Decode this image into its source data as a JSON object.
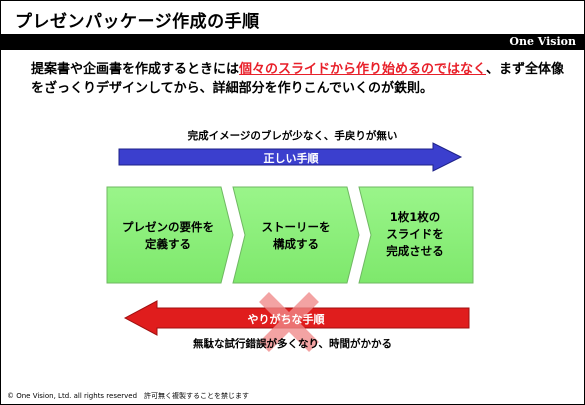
{
  "title": "プレゼンパッケージ作成の手順",
  "brand": "One Vision",
  "intro": {
    "part1": "提案書や企画書を作成するときには",
    "highlight": "個々のスライドから作り始めるのではなく",
    "part2": "、まず全体像をざっくりデザインしてから、詳細部分を作りこんでいくのが鉄則。"
  },
  "top_caption": "完成イメージのブレが少なく、手戻りが無い",
  "correct_label": "正しい手順",
  "steps": [
    {
      "line1": "プレゼンの要件を",
      "line2": "定義する",
      "line3": ""
    },
    {
      "line1": "ストーリーを",
      "line2": "構成する",
      "line3": ""
    },
    {
      "line1": "1枚1枚の",
      "line2": "スライドを",
      "line3": "完成させる"
    }
  ],
  "wrong_label": "やりがちな手順",
  "bottom_caption": "無駄な試行錯誤が多くなり、時間がかかる",
  "footer": "© One Vision, Ltd. all rights reserved　許可無く複製することを禁じます",
  "colors": {
    "blue_arrow": "#3b3fce",
    "red_arrow": "#e01d1d",
    "step_fill": "#8cf07c",
    "cross": "#f08a8a",
    "highlight": "#e8202a"
  }
}
